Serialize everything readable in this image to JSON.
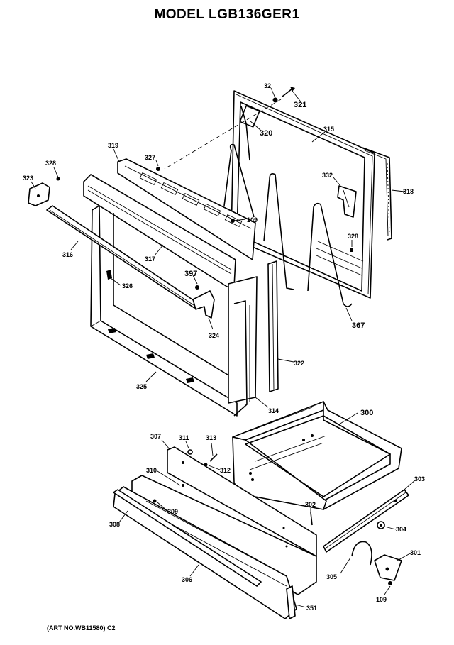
{
  "title": "MODEL LGB136GER1",
  "art_number": "(ART NO.WB11580) C2",
  "callouts": {
    "c32": "32",
    "c321": "321",
    "c320": "320",
    "c315": "315",
    "c318": "318",
    "c319": "319",
    "c327": "327",
    "c328a": "328",
    "c323": "323",
    "c332": "332",
    "c328b": "328",
    "c109a": "109",
    "c316": "316",
    "c317": "317",
    "c397": "397",
    "c326": "326",
    "c324": "324",
    "c367": "367",
    "c322": "322",
    "c325": "325",
    "c314": "314",
    "c300": "300",
    "c307": "307",
    "c311": "311",
    "c313": "313",
    "c312": "312",
    "c310": "310",
    "c303": "303",
    "c309": "309",
    "c308": "308",
    "c302": "302",
    "c304": "304",
    "c301": "301",
    "c306": "306",
    "c305": "305",
    "c109b": "109",
    "c351": "351"
  }
}
